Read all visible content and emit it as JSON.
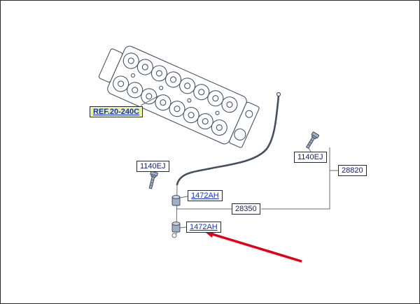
{
  "colors": {
    "link_blue": "#1430cc",
    "part_navy": "#16216e",
    "ref_highlight": "#e9f2a1",
    "arrow_red": "#e30016",
    "line_gray": "#6b6b6b",
    "tube_gray": "#45505e",
    "metal_blue": "#9fb0c4",
    "border": "#2b2b2b"
  },
  "labels": {
    "ref_part": "REF.20-240C",
    "bolt_left": "1140EJ",
    "bolt_right": "1140EJ",
    "tube_assembly": "28820",
    "pipe_assembly": "28350",
    "grommet_upper": "1472AH",
    "grommet_lower": "1472AH"
  }
}
